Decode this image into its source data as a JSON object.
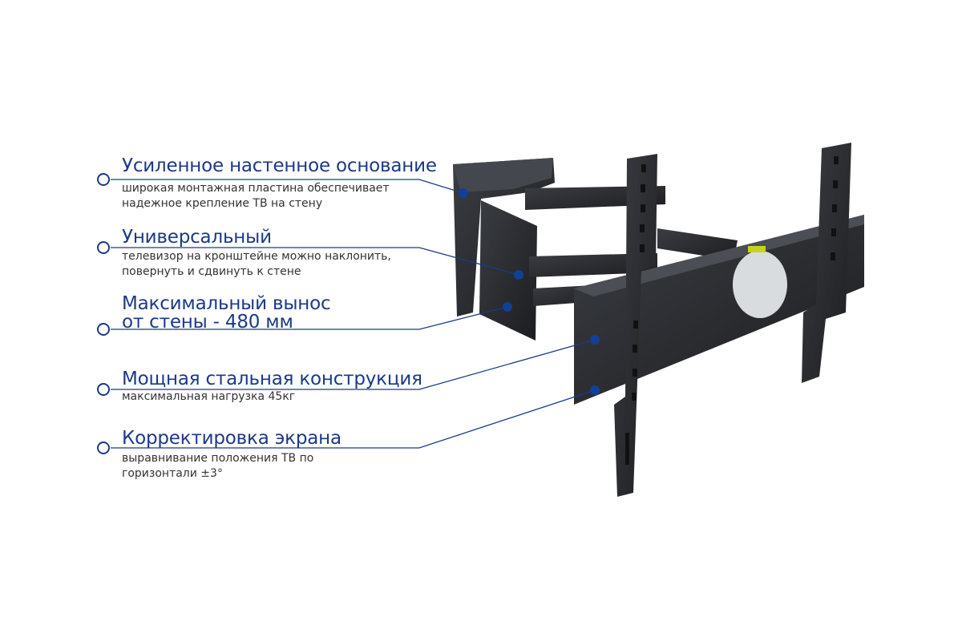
{
  "colors": {
    "accent": "#1b3a86",
    "metal": "#26282c",
    "text": "#333333"
  },
  "features": [
    {
      "title": "Усиленное настенное  основание",
      "desc": [
        "широкая монтажная пластина обеспечивает",
        "надежное крепление ТВ на стену"
      ]
    },
    {
      "title": "Универсальный",
      "desc": [
        "телевизор на кронштейне можно наклонить,",
        "повернуть и сдвинуть к стене"
      ]
    },
    {
      "title": [
        "Максимальный вынос",
        "от стены - 480 мм"
      ],
      "desc": []
    },
    {
      "title": "Мощная стальная конструкция",
      "desc": [
        "максимальная нагрузка 45кг"
      ]
    },
    {
      "title": "Корректировка экрана",
      "desc": [
        "выравнивание положения ТВ по",
        "горизонтали ±3°"
      ]
    }
  ]
}
